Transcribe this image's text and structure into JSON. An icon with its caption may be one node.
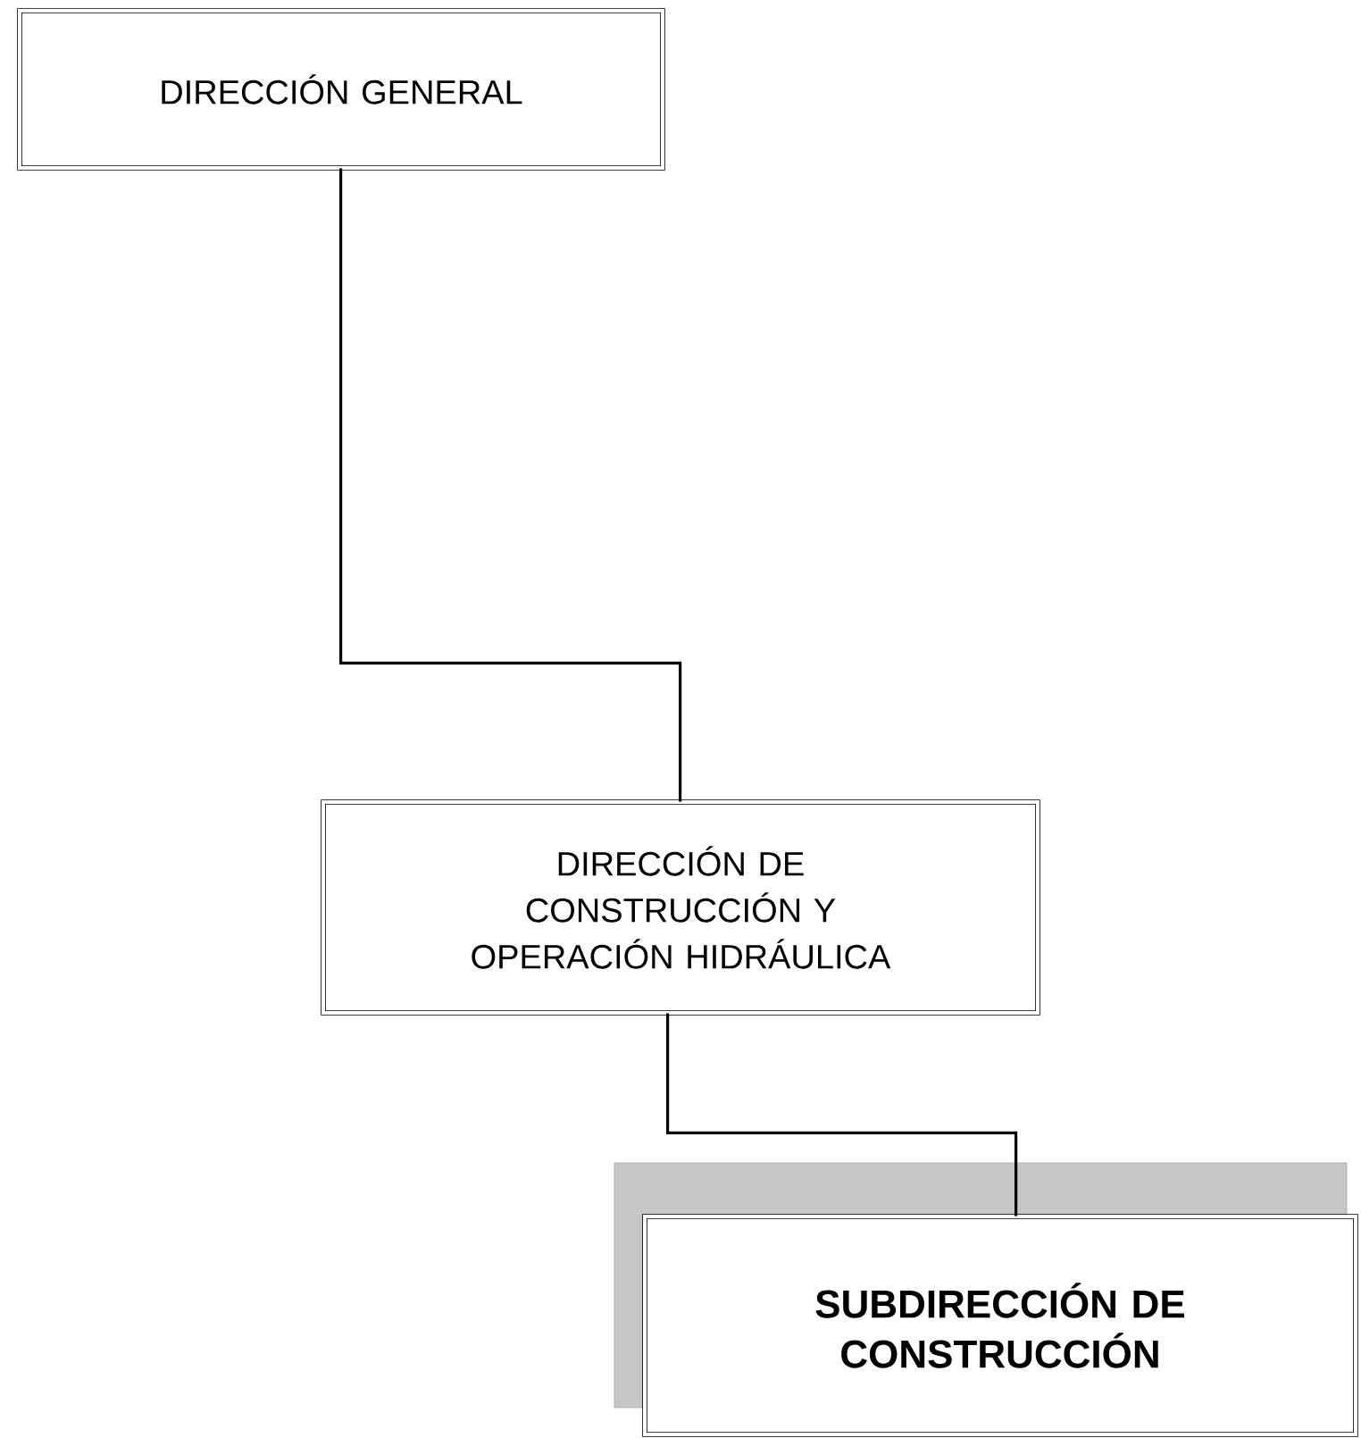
{
  "diagram": {
    "nodes": [
      {
        "text": [
          "DIRECCIÓN GENERAL"
        ]
      },
      {
        "text": [
          "DIRECCIÓN DE CONSTRUCCIÓN Y OPERACIÓN HIDRÁULICA"
        ]
      },
      {
        "text": [
          "SUBDIRECCIÓN DE CONSTRUCCIÓN"
        ]
      }
    ],
    "edges": [
      {
        "from": 0,
        "to": 1,
        "arrow": "none"
      },
      {
        "from": 1,
        "to": 2,
        "arrow": "none"
      }
    ]
  }
}
